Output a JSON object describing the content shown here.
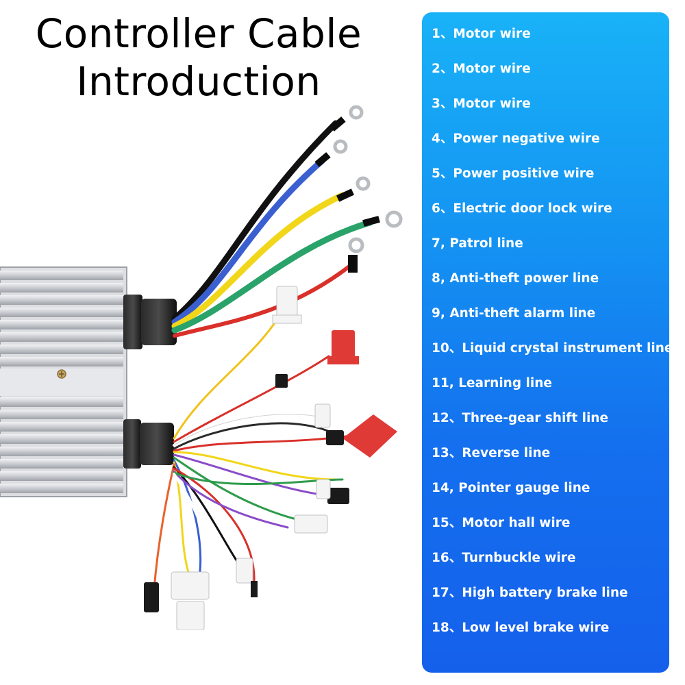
{
  "title": {
    "line1": "Controller Cable",
    "line2": "Introduction"
  },
  "cable_list": [
    "1、Motor wire",
    "2、Motor wire",
    "3、Motor wire",
    "4、Power negative wire",
    "5、Power positive wire",
    "6、Electric door lock wire",
    "7, Patrol line",
    "8, Anti-theft power line",
    "9, Anti-theft alarm line",
    "10、Liquid crystal instrument line",
    "11, Learning line",
    "12、Three-gear shift line",
    "13、Reverse line",
    "14, Pointer gauge line",
    "15、Motor hall wire",
    "16、Turnbuckle wire",
    "17、High battery brake line",
    "18、Low level brake wire"
  ],
  "colors": {
    "panel_top": "#19b2f7",
    "panel_bottom": "#1560eb",
    "list_text": "#ffffff",
    "housing": "#d8dadd",
    "wire_black": "#111111",
    "wire_blue": "#3a5fd0",
    "wire_yellow": "#f1d61a",
    "wire_green": "#2aa36a",
    "wire_red": "#d9302a"
  },
  "icons": {
    "controller": "controller-unit-illustration",
    "gland": "cable-gland-icon",
    "ring_terminal": "ring-terminal-icon",
    "connector": "wire-connector-icon"
  }
}
